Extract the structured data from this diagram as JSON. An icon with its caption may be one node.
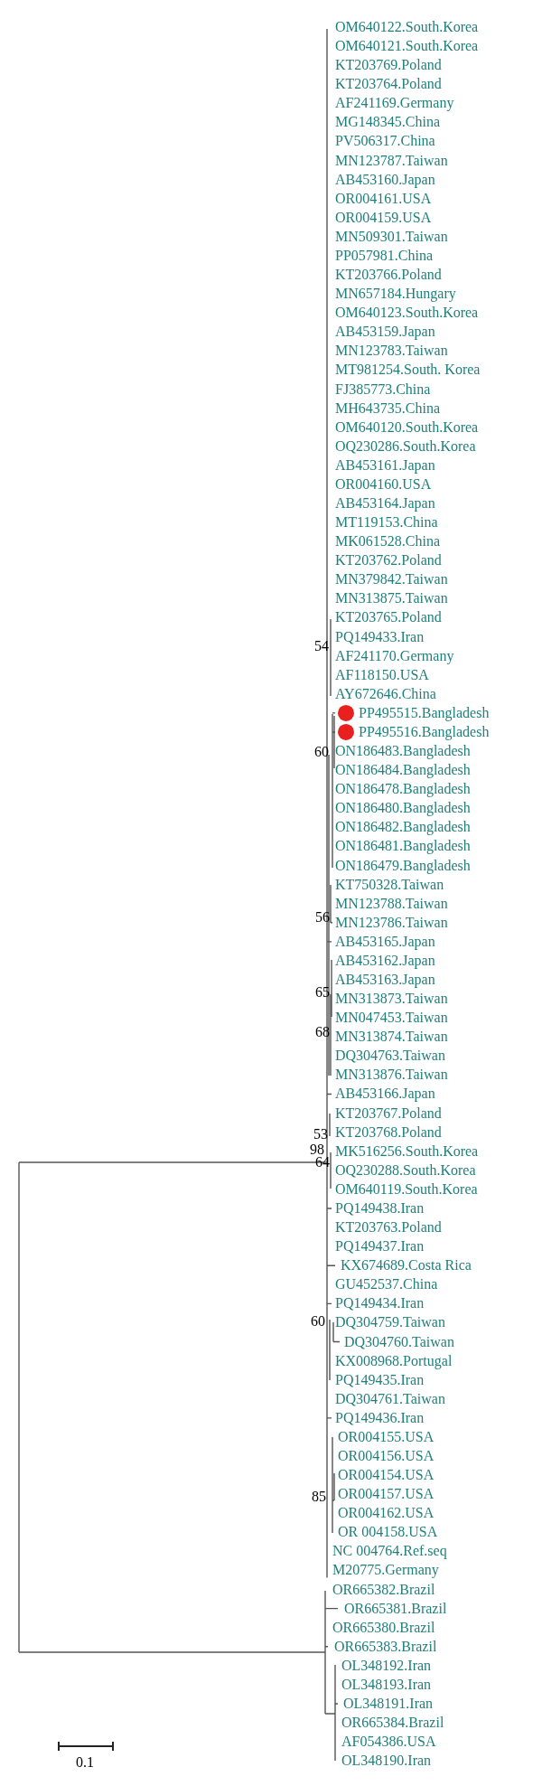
{
  "diagram": {
    "labels": [
      "OM640122.South.Korea",
      "OM640121.South.Korea",
      "KT203769.Poland",
      "KT203764.Poland",
      "AF241169.Germany",
      "MG148345.China",
      "PV506317.China",
      "MN123787.Taiwan",
      "AB453160.Japan",
      "OR004161.USA",
      "OR004159.USA",
      "MN509301.Taiwan",
      "PP057981.China",
      "KT203766.Poland",
      "MN657184.Hungary",
      "OM640123.South.Korea",
      "AB453159.Japan",
      "MN123783.Taiwan",
      "MT981254.South. Korea",
      "FJ385773.China",
      "MH643735.China",
      "OM640120.South.Korea",
      "OQ230286.South.Korea",
      "AB453161.Japan",
      "OR004160.USA",
      "AB453164.Japan",
      "MT119153.China",
      "MK061528.China",
      "KT203762.Poland",
      "MN379842.Taiwan",
      "MN313875.Taiwan",
      "KT203765.Poland",
      "PQ149433.Iran",
      "54",
      "AF241170.Germany",
      "AF118150.USA",
      "AY672646.China",
      "PP495515.Bangladesh",
      "PP495516.Bangladesh",
      "60",
      "ON186483.Bangladesh",
      "ON186484.Bangladesh",
      "ON186478.Bangladesh",
      "ON186480.Bangladesh",
      "ON186482.Bangladesh",
      "ON186481.Bangladesh",
      "ON186479.Bangladesh",
      "KT750328.Taiwan",
      "MN123788.Taiwan",
      "56",
      "MN123786.Taiwan",
      "AB453165.Japan",
      "AB453162.Japan",
      "AB453163.Japan",
      "65",
      "MN313873.Taiwan",
      "MN047453.Taiwan",
      "68",
      "MN313874.Taiwan",
      "DQ304763.Taiwan",
      "MN313876.Taiwan",
      "AB453166.Japan",
      "KT203767.Poland",
      "53",
      "KT203768.Poland",
      "98",
      "64",
      "MK516256.South.Korea",
      "OQ230288.South.Korea",
      "OM640119.South.Korea",
      "PQ149438.Iran",
      "KT203763.Poland",
      "PQ149437.Iran",
      "KX674689.Costa Rica",
      "GU452537.China",
      "PQ149434.Iran",
      "60",
      "DQ304759.Taiwan",
      "DQ304760.Taiwan",
      "KX008968.Portugal",
      "PQ149435.Iran",
      "DQ304761.Taiwan",
      "PQ149436.Iran",
      "OR004155.USA",
      "OR004156.USA",
      "OR004154.USA",
      "85",
      "OR004157.USA",
      "OR004162.USA",
      "OR 004158.USA",
      "NC 004764.Ref.seq",
      "M20775.Germany",
      "OR665382.Brazil",
      "OR665381.Brazil",
      "OR665380.Brazil",
      "OR665383.Brazil",
      "OL348192.Iran",
      "OL348193.Iran",
      "OL348191.Iran",
      "OR665384.Brazil",
      "AF054386.USA",
      "0.1",
      "OL348190.Iran"
    ]
  }
}
